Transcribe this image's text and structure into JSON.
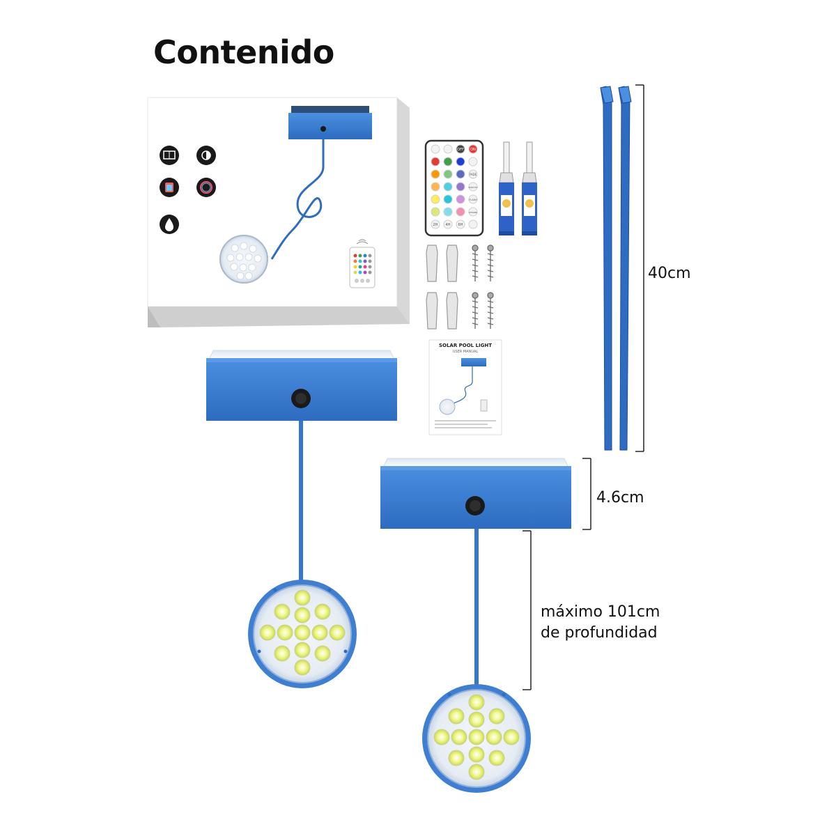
{
  "heading": {
    "title": "Contenido"
  },
  "manual": {
    "title": "SOLAR POOL LIGHT",
    "subtitle": "USER MANUAL"
  },
  "remote": {
    "top_buttons": [
      "ON",
      "OFF"
    ],
    "side_buttons": [
      "FADE",
      "SMOOTH",
      "FLASH",
      "STROBE"
    ],
    "timer_buttons": [
      "2H",
      "4H",
      "6H"
    ]
  },
  "icons": [
    "solar-panel-icon",
    "brightness-icon",
    "remote-icon",
    "rgb-icon",
    "waterproof-icon"
  ],
  "dimensions": {
    "strap_length": "40cm",
    "box_height": "4.6cm",
    "depth_line1": "máximo 101cm",
    "depth_line2": "de profundidad"
  },
  "colors": {
    "product_blue": "#3478cc",
    "led_yellow": "#e8f07a",
    "text": "#111111"
  }
}
